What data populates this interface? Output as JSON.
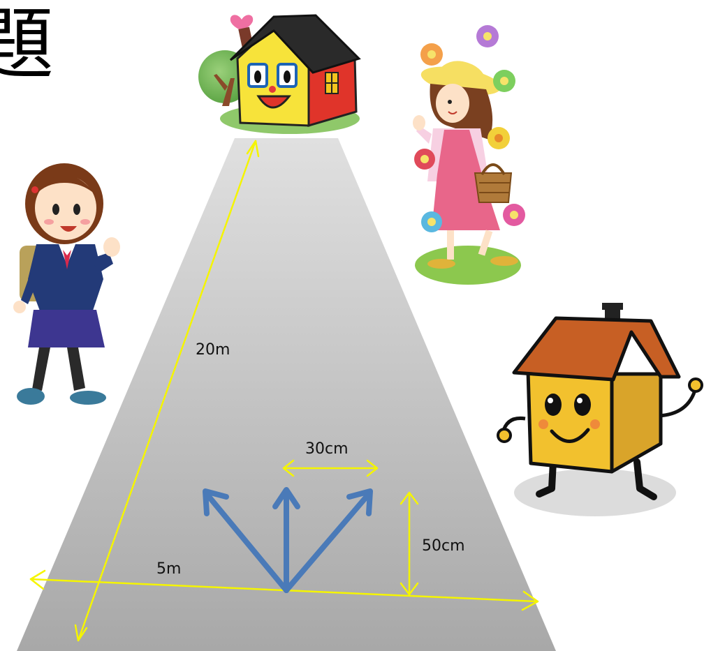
{
  "title_char": "題",
  "labels": {
    "length": "20m",
    "width": "5m",
    "arrow_spread": "30cm",
    "arrow_length": "50cm"
  },
  "colors": {
    "dimension_line": "#f5f500",
    "arrow": "#4a7ab8",
    "road_top": "#d6d6d6",
    "road_bottom": "#a9a9a9"
  },
  "icons": [
    "smiling-house-icon",
    "schoolgirl-icon",
    "woman-with-basket-icon",
    "walking-house-mascot-icon",
    "flowers-icon"
  ]
}
